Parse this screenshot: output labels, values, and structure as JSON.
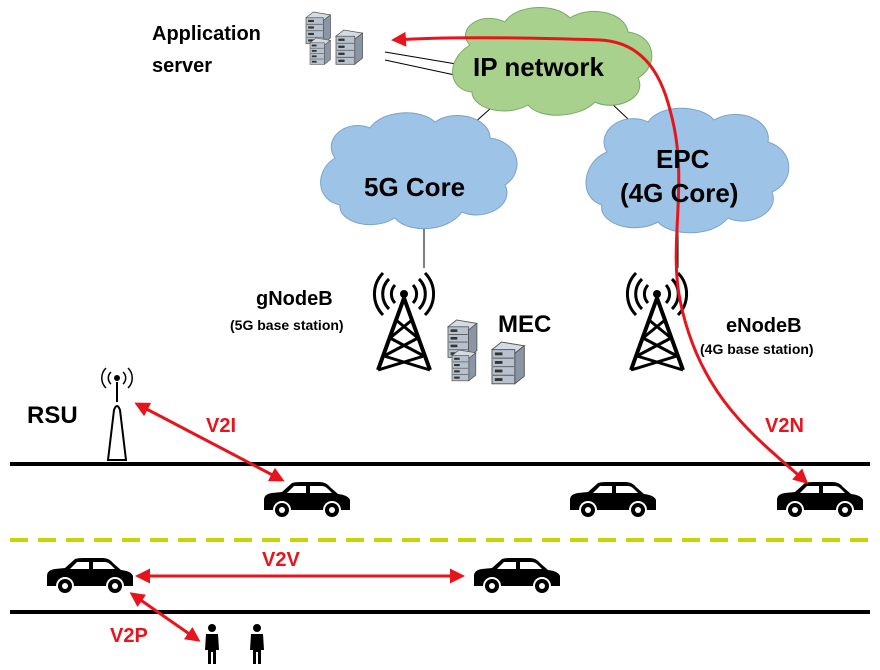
{
  "labels": {
    "app_server_line1": "Application",
    "app_server_line2": "server",
    "ip_network": "IP network",
    "core_5g": "5G Core",
    "epc_line1": "EPC",
    "epc_line2": "(4G Core)",
    "gnodeb": "gNodeB",
    "gnodeb_sub": "(5G base station)",
    "mec": "MEC",
    "enodeb": "eNodeB",
    "enodeb_sub": "(4G base station)",
    "rsu": "RSU"
  },
  "links": {
    "v2i": "V2I",
    "v2n": "V2N",
    "v2v": "V2V",
    "v2p": "V2P"
  },
  "colors": {
    "ip_cloud": "#a9d18e",
    "core_cloud": "#9dc3e6",
    "link_red": "#e8141c",
    "lane_dash": "#c9d300",
    "road": "#000000"
  },
  "icons": [
    "server-rack-icon",
    "cloud-icon",
    "antenna-tower-icon",
    "rsu-antenna-icon",
    "car-icon",
    "pedestrian-icon"
  ]
}
